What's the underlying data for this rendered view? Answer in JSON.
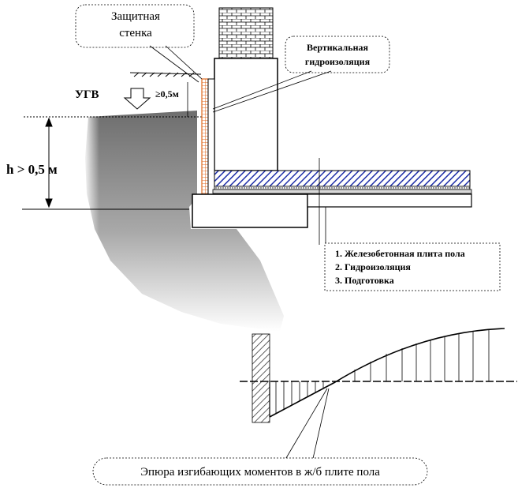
{
  "callouts": {
    "protective_wall": {
      "line1": "Защитная",
      "line2": "стенка"
    },
    "vertical_waterproofing": {
      "line1": "Вертикальная",
      "line2": "гидроизоляция"
    }
  },
  "labels": {
    "groundwater_level": "УГВ",
    "min_offset": "≥0,5м",
    "depth": "h > 0,5 м"
  },
  "legend": {
    "items": [
      "1. Железобетонная плита пола",
      "2. Гидроизоляция",
      "3. Подготовка"
    ]
  },
  "moment_diagram": {
    "caption": "Эпюра изгибающих моментов в ж/б плите пола"
  },
  "colors": {
    "slab_blue": "#1f2fa8",
    "insulation_orange": "#e06a20",
    "ink": "#000000"
  }
}
